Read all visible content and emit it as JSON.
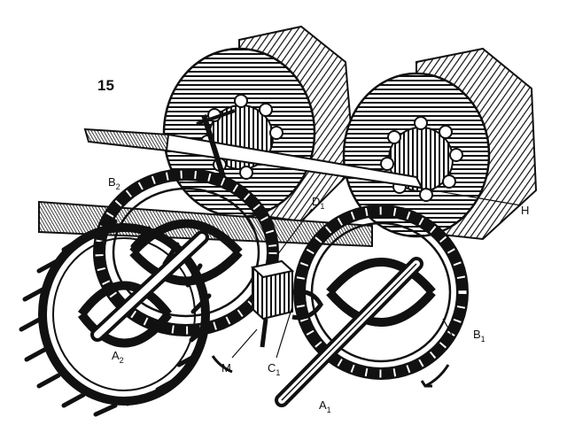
{
  "figure": {
    "number": "15",
    "labels": {
      "B2": "B",
      "B2_sub": "2",
      "D1": "D",
      "D1_sub": "1",
      "H": "H",
      "A2": "A",
      "A2_sub": "2",
      "M": "M",
      "C1": "C",
      "C1_sub": "1",
      "A1": "A",
      "A1_sub": "1",
      "B1": "B",
      "B1_sub": "1"
    }
  },
  "colors": {
    "ink": "#111111",
    "paper": "#ffffff"
  },
  "parts": [
    "drum-left-icon",
    "drum-right-icon",
    "sprocket-left-icon",
    "sprocket-right-icon",
    "wheel-b2-icon",
    "wheel-b1-icon",
    "wheel-a2-icon",
    "lever-bar-icon",
    "frame-plank-icon",
    "bracket-icon",
    "shaft-icon"
  ]
}
